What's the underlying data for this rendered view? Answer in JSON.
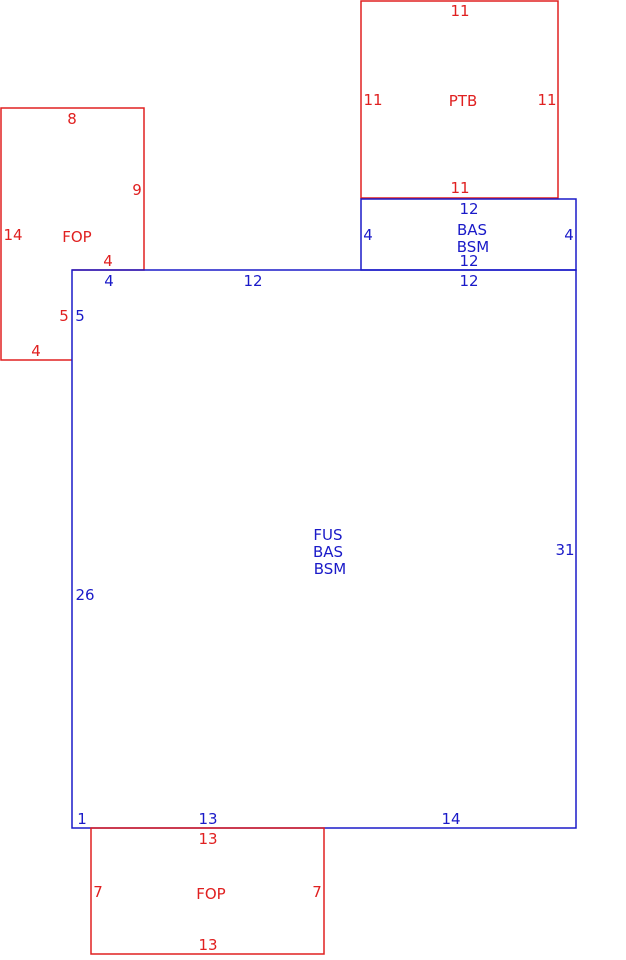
{
  "colors": {
    "red": "#e02020",
    "blue": "#1a1ac8"
  },
  "areas": [
    {
      "id": "ptb",
      "labels": [
        "PTB"
      ],
      "color": "red",
      "dims": [
        "11",
        "11",
        "11",
        "11"
      ]
    },
    {
      "id": "bas-bsm-top",
      "labels": [
        "BAS",
        "BSM"
      ],
      "color": "blue",
      "dims": [
        "12",
        "4",
        "4",
        "12"
      ]
    },
    {
      "id": "fop-left",
      "labels": [
        "FOP"
      ],
      "color": "red",
      "dims": [
        "8",
        "9",
        "14",
        "4",
        "5",
        "4"
      ]
    },
    {
      "id": "main",
      "labels": [
        "FUS",
        "BAS",
        "BSM"
      ],
      "color": "blue",
      "dims": [
        "4",
        "12",
        "12",
        "5",
        "31",
        "26",
        "1",
        "13",
        "14"
      ]
    },
    {
      "id": "fop-bottom",
      "labels": [
        "FOP"
      ],
      "color": "red",
      "dims": [
        "13",
        "7",
        "7",
        "13"
      ]
    }
  ]
}
